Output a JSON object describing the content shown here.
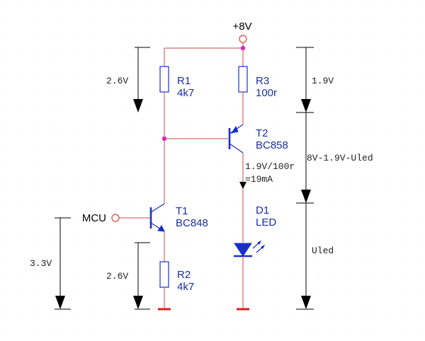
{
  "supply": {
    "label": "+8V"
  },
  "input": {
    "label": "MCU"
  },
  "components": {
    "r1": {
      "ref": "R1",
      "value": "4k7"
    },
    "r2": {
      "ref": "R2",
      "value": "4k7"
    },
    "r3": {
      "ref": "R3",
      "value": "100r"
    },
    "t1": {
      "ref": "T1",
      "value": "BC848"
    },
    "t2": {
      "ref": "T2",
      "value": "BC858"
    },
    "d1": {
      "ref": "D1",
      "value": "LED"
    }
  },
  "annotations": {
    "v_r1": "2.6V",
    "v_r2": "2.6V",
    "v_mcu": "3.3V",
    "v_r3": "1.9V",
    "v_t2": "8V-1.9V-Uled",
    "v_led": "Uled",
    "current_line1": "1.9V/100r",
    "current_line2": "=19mA"
  },
  "colors": {
    "wire": "#c84848",
    "symbol": "#1a2fc8",
    "node": "#e020e0",
    "ground": "#d81e1e"
  }
}
